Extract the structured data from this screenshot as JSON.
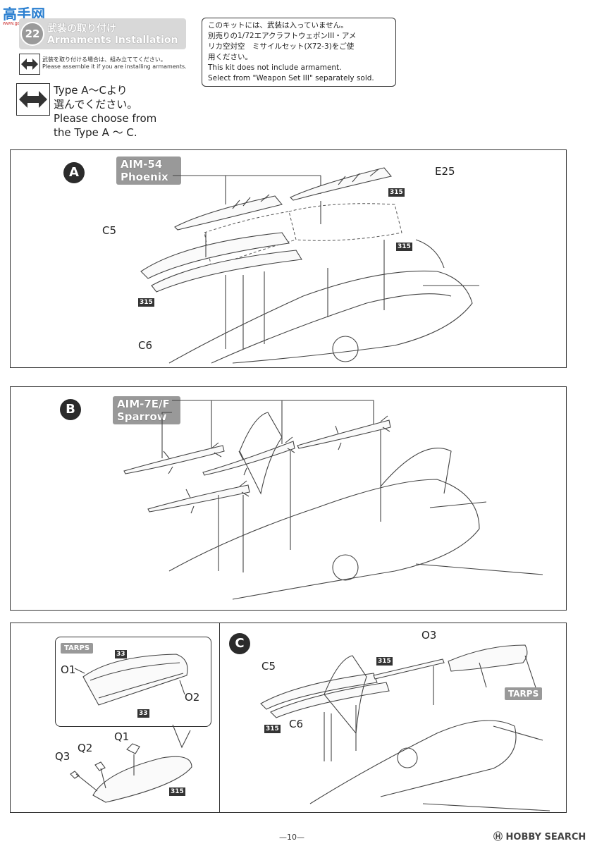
{
  "watermark": {
    "logo": "高手网",
    "url": "www.gaoshou.com"
  },
  "step": {
    "number": "22",
    "title_jp": "武装の取り付け",
    "title_en": "Armaments Installation"
  },
  "optional_note": {
    "jp": "武装を取り付ける場合は、組み立ててください。",
    "en": "Please assemble it if you are installing armaments."
  },
  "notice": {
    "line1": "このキットには、武装は入っていません。",
    "line2": "別売りの1/72エアクラフトウェポンIII・アメ",
    "line3": "リカ空対空　ミサイルセット(X72-3)をご使",
    "line4": "用ください。",
    "line5": "This kit does not include armament.",
    "line6": "Select from \"Weapon Set III\" separately sold."
  },
  "choose": {
    "jp1": "Type A～Cより",
    "jp2": "選んでください。",
    "en1": "Please choose from",
    "en2": "the Type A ～ C."
  },
  "panel_a": {
    "letter": "A",
    "tag1": "AIM-54",
    "tag2": "Phoenix",
    "parts": {
      "c5": "C5",
      "c6": "C6",
      "e25": "E25"
    },
    "badges": [
      "315",
      "315",
      "315"
    ]
  },
  "panel_b": {
    "letter": "B",
    "tag1": "AIM-7E/F",
    "tag2": "Sparrow"
  },
  "panel_c_left": {
    "tag": "TARPS",
    "parts": {
      "o1": "O1",
      "o2": "O2",
      "q1": "Q1",
      "q2": "Q2",
      "q3": "Q3"
    },
    "badges": [
      "33",
      "33",
      "315"
    ]
  },
  "panel_c": {
    "letter": "C",
    "tag": "TARPS",
    "parts": {
      "c5": "C5",
      "c6": "C6",
      "o3": "O3"
    },
    "badges": [
      "315",
      "315"
    ]
  },
  "footer": {
    "page": "—10—",
    "brand": "HOBBY SEARCH"
  }
}
